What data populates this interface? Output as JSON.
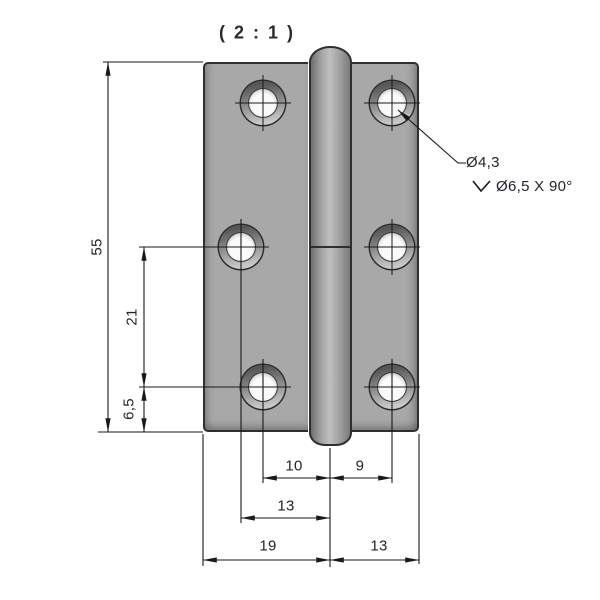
{
  "drawing": {
    "scale_label": "( 2 : 1 )",
    "left_dims": {
      "total_height": "55",
      "hole_spacing": "21",
      "bottom_offset": "6,5"
    },
    "bottom_dims": {
      "left_hole_to_center": "10",
      "center_to_right_hole": "9",
      "mid_hole_to_center": "13",
      "left_leaf_width": "19",
      "right_leaf_width": "13"
    },
    "callout": {
      "drill": "Ø4,3",
      "countersink": "Ø6,5 X 90°"
    },
    "colors": {
      "body": "#a8a8a8",
      "outline": "#2f2f2f",
      "dim_line": "#1a1a1a",
      "text": "#23232d",
      "hole_inner": "#fafafa"
    }
  }
}
